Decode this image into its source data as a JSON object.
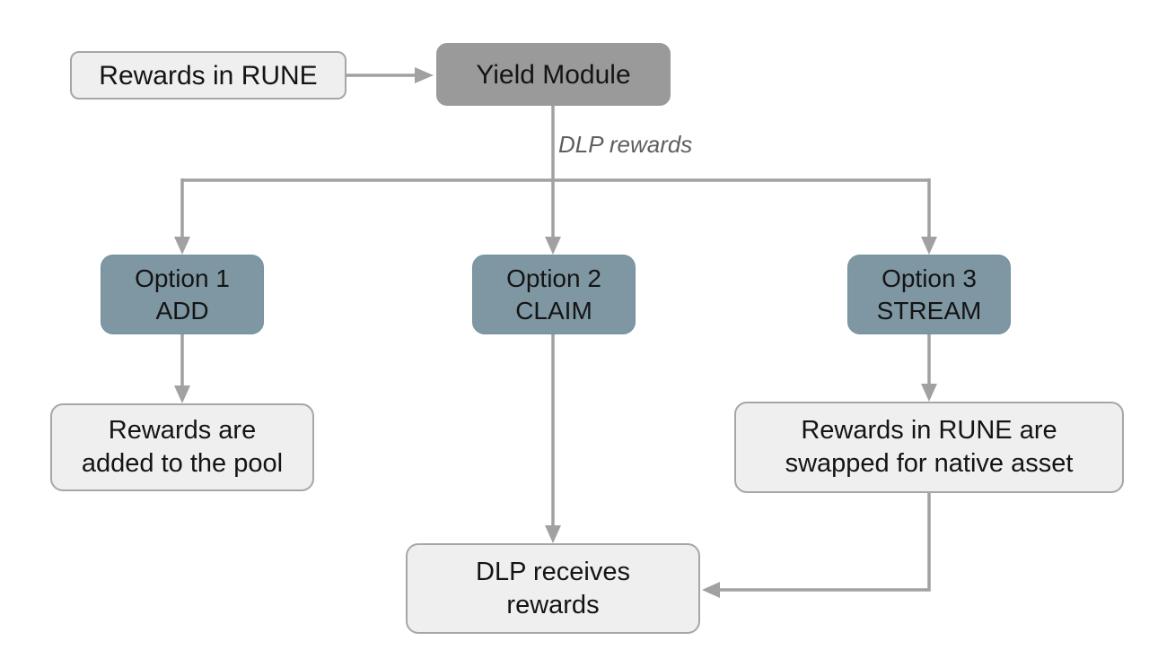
{
  "colors": {
    "background": "#ffffff",
    "node_light_fill": "#efefef",
    "node_light_border": "#a6a6a6",
    "node_gray_fill": "#9a9a9a",
    "node_slate_fill": "#7f97a2",
    "node_slate_border": "#71919e",
    "connector": "#a1a1a1",
    "text": "#141414",
    "annotation_text": "#5e5e5e"
  },
  "diagram": {
    "annotation": {
      "text": "DLP rewards"
    },
    "nodes": {
      "rewards_in_rune": {
        "label": "Rewards in RUNE"
      },
      "yield_module": {
        "label": "Yield Module"
      },
      "option1": {
        "line1": "Option 1",
        "line2": "ADD"
      },
      "option2": {
        "line1": "Option 2",
        "line2": "CLAIM"
      },
      "option3": {
        "line1": "Option 3",
        "line2": "STREAM"
      },
      "rewards_added": {
        "line1": "Rewards are",
        "line2": "added to the pool"
      },
      "rune_swapped": {
        "line1": "Rewards in RUNE are",
        "line2": "swapped for native asset"
      },
      "dlp_receives": {
        "line1": "DLP receives",
        "line2": "rewards"
      }
    }
  }
}
